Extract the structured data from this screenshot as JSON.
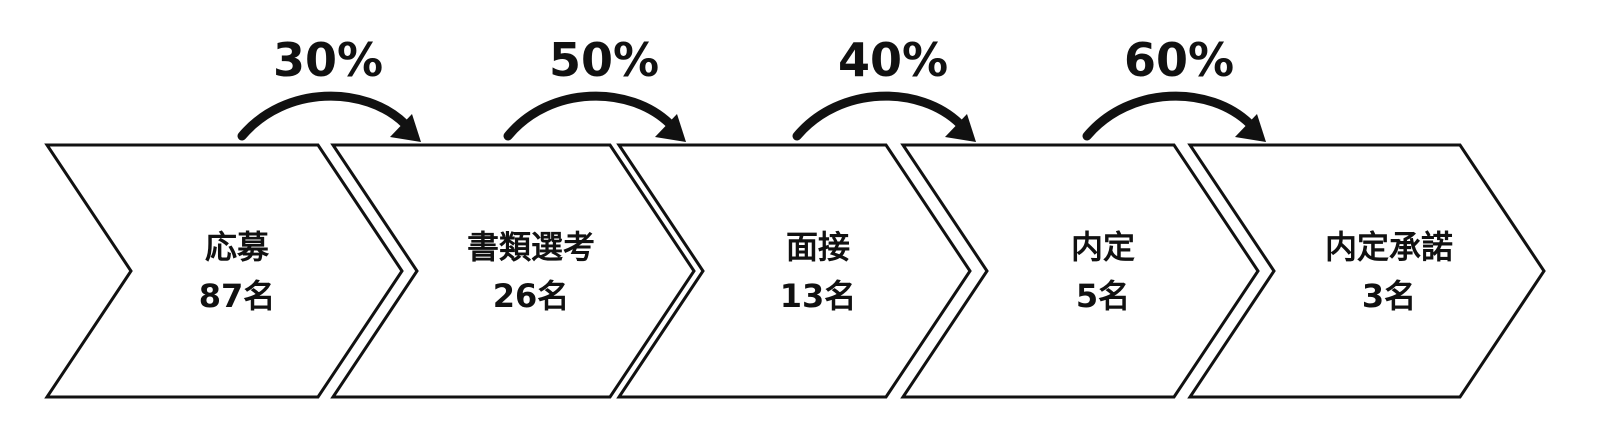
{
  "stages": [
    {
      "name": "応募",
      "count": "87名"
    },
    {
      "name": "書類選考",
      "count": "26名"
    },
    {
      "name": "面接",
      "count": "13名"
    },
    {
      "name": "内定",
      "count": "5名"
    },
    {
      "name": "内定承諾",
      "count": "3名"
    }
  ],
  "conversions": [
    {
      "rate": "30%"
    },
    {
      "rate": "50%"
    },
    {
      "rate": "40%"
    },
    {
      "rate": "60%"
    }
  ],
  "colors": {
    "stroke": "#111111",
    "fill": "#ffffff"
  }
}
